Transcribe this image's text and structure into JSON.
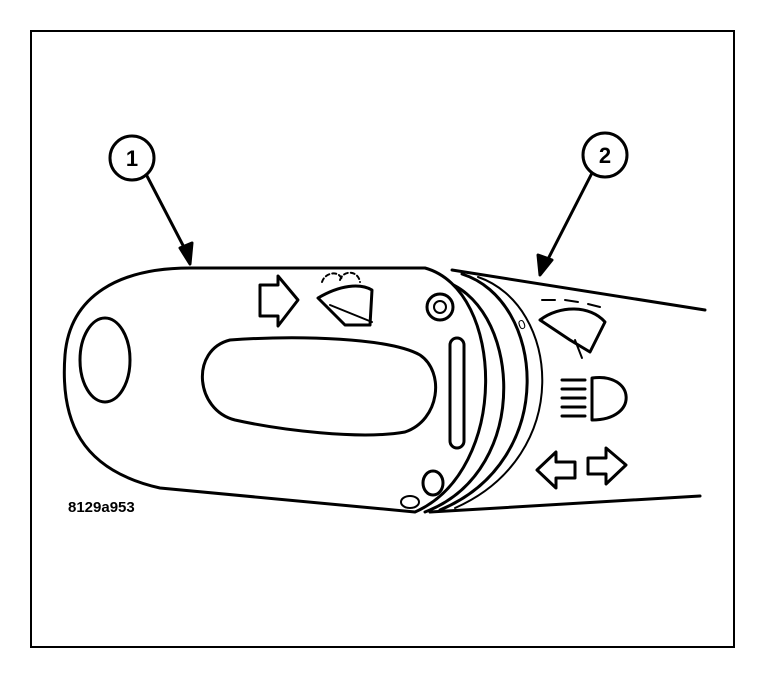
{
  "figure_id": "8129a953",
  "callouts": [
    {
      "number": "1"
    },
    {
      "number": "2"
    }
  ],
  "symbols": {
    "o_mark": "0"
  },
  "colors": {
    "line": "#000000",
    "background": "#ffffff"
  }
}
